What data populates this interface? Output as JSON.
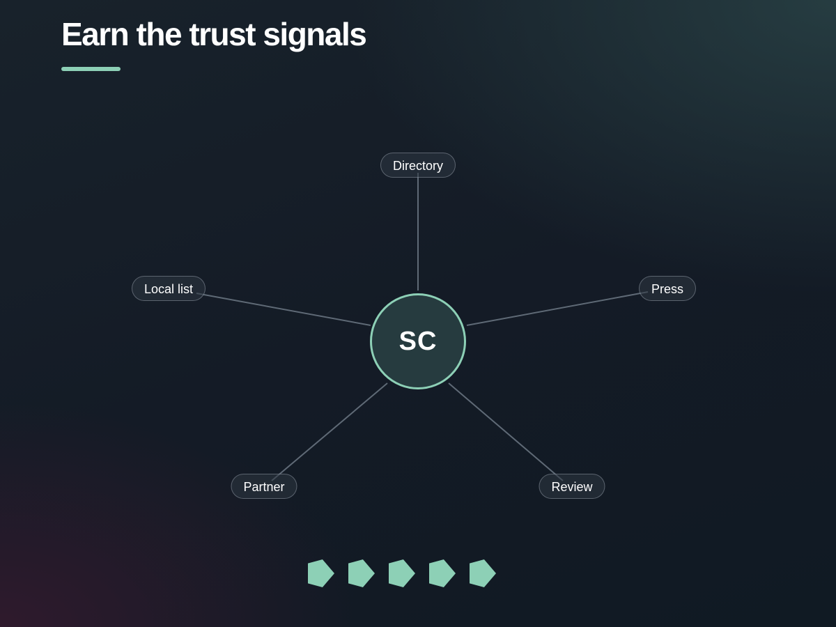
{
  "title": "Earn the trust signals",
  "accent_color": "#8dd0b6",
  "hub": {
    "label": "SC"
  },
  "nodes": [
    {
      "label": "Directory"
    },
    {
      "label": "Press"
    },
    {
      "label": "Review"
    },
    {
      "label": "Partner"
    },
    {
      "label": "Local list"
    }
  ],
  "pagination": {
    "count": 5,
    "shape": "pentagon"
  }
}
